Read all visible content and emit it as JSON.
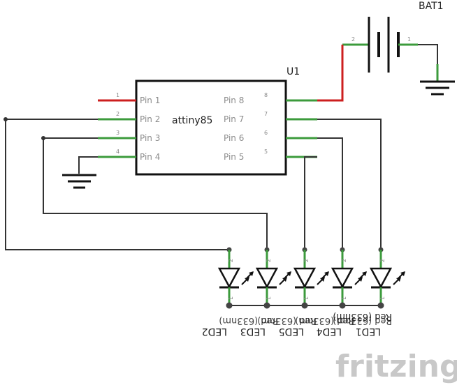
{
  "battery": {
    "ref": "BAT1",
    "pin_left": "2",
    "pin_right": "1"
  },
  "chip": {
    "ref": "U1",
    "part": "attiny85",
    "left_pins": [
      {
        "num": "1",
        "name": "Pin 1"
      },
      {
        "num": "2",
        "name": "Pin 2"
      },
      {
        "num": "3",
        "name": "Pin 3"
      },
      {
        "num": "4",
        "name": "Pin 4"
      }
    ],
    "right_pins": [
      {
        "num": "8",
        "name": "Pin 8"
      },
      {
        "num": "7",
        "name": "Pin 7"
      },
      {
        "num": "6",
        "name": "Pin 6"
      },
      {
        "num": "5",
        "name": "Pin 5"
      }
    ]
  },
  "leds": {
    "anode_pin": "2",
    "cathode_pin": "1",
    "items": [
      "LED2",
      "LED3",
      "LED5",
      "LED4",
      "LED1"
    ],
    "value_labels": [
      "Red (633nm)",
      "Red (633nm)",
      "Red (633nm)",
      "Red (633nm)",
      "Red (633nm)"
    ]
  },
  "branding": {
    "logo": "fritzing"
  }
}
